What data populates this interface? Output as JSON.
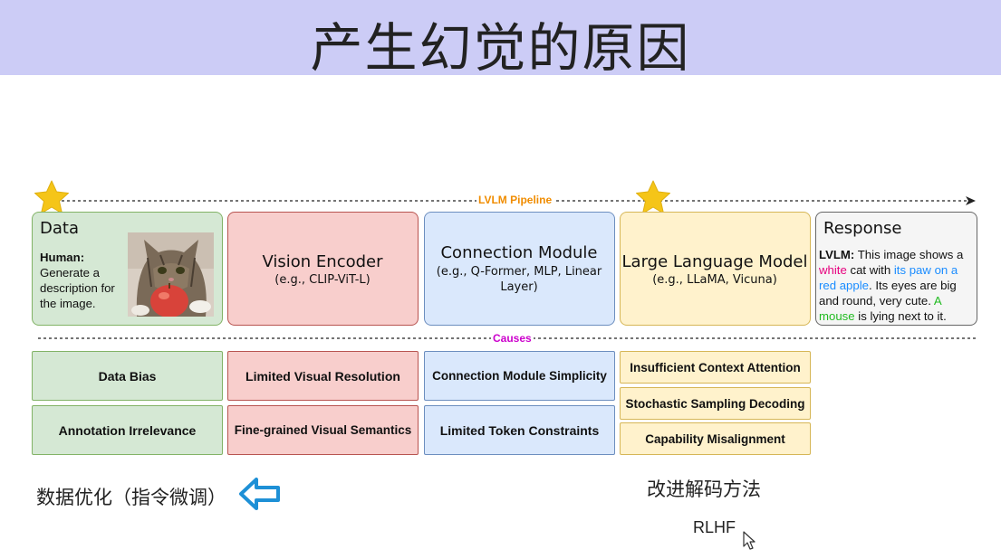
{
  "slide": {
    "title": "产生幻觉的原因"
  },
  "pipeline": {
    "label": "LVLM Pipeline",
    "causes_label": "Causes"
  },
  "data_box": {
    "title": "Data",
    "human_label": "Human:",
    "human_text": "Generate a description for the image."
  },
  "stages": {
    "vision_encoder": {
      "title": "Vision Encoder",
      "sub": "(e.g., CLIP-ViT-L)"
    },
    "connection_module": {
      "title": "Connection Module",
      "sub": "(e.g., Q-Former, MLP, Linear Layer)"
    },
    "llm": {
      "title": "Large Language Model",
      "sub": "(e.g., LLaMA, Vicuna)"
    }
  },
  "response": {
    "title": "Response",
    "lvlm_label": "LVLM:",
    "t1": "This image shows a",
    "t2": "white",
    "t3": "cat with",
    "t4": "its paw on a red apple",
    "t5": ". Its eyes are big and round, very cute.",
    "t6": "A mouse",
    "t7": "is lying next to it."
  },
  "causes": {
    "data": [
      "Data Bias",
      "Annotation Irrelevance"
    ],
    "vision": [
      "Limited Visual Resolution",
      "Fine-grained Visual Semantics"
    ],
    "connection": [
      "Connection Module Simplicity",
      "Limited Token Constraints"
    ],
    "llm": [
      "Insufficient Context Attention",
      "Stochastic Sampling Decoding",
      "Capability Misalignment"
    ]
  },
  "notes": {
    "data_opt": "数据优化（指令微调）",
    "decode": "改进解码方法",
    "rlhf": "RLHF"
  },
  "colors": {
    "banner": "#ccccf6",
    "star": "#f5c518",
    "highlight_pink": "#e6007e",
    "highlight_blue": "#1a8cff",
    "highlight_green": "#22bb22",
    "arrow_blue": "#1e90d6"
  },
  "icons": {
    "star": "star-icon",
    "arrow": "left-arrow-icon",
    "cursor": "mouse-cursor-icon",
    "cat_photo": "cat-with-apple-image"
  }
}
